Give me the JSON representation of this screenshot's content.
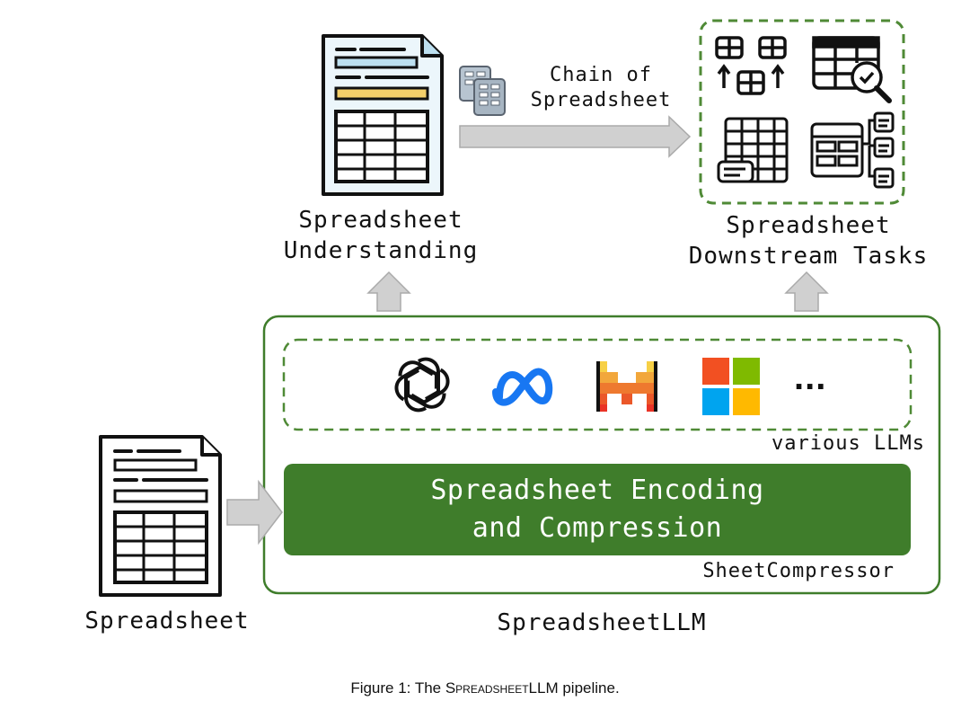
{
  "top_left": {
    "label_line1": "Spreadsheet",
    "label_line2": "Understanding"
  },
  "top_right": {
    "label_line1": "Spreadsheet",
    "label_line2": "Downstream Tasks"
  },
  "chain": {
    "line1": "Chain of",
    "line2": "Spreadsheet"
  },
  "llms": {
    "models": [
      "openai-logo-icon",
      "meta-logo-icon",
      "mistral-logo-icon",
      "microsoft-logo-icon"
    ],
    "ellipsis": "...",
    "caption": "various LLMs"
  },
  "encoding": {
    "line1": "Spreadsheet Encoding",
    "line2": "and Compression",
    "module": "SheetCompressor"
  },
  "bottom": {
    "input_label": "Spreadsheet",
    "system_label": "SpreadsheetLLM"
  },
  "figure_caption": {
    "prefix": "Figure 1: The ",
    "name_small_caps": "Spreadsheet",
    "name_rest": "LLM",
    "suffix": " pipeline."
  },
  "colors": {
    "green_dark": "#3f7d2b",
    "green_dashed": "#4f8a36",
    "arrow_gray": "#d0d0d0"
  }
}
